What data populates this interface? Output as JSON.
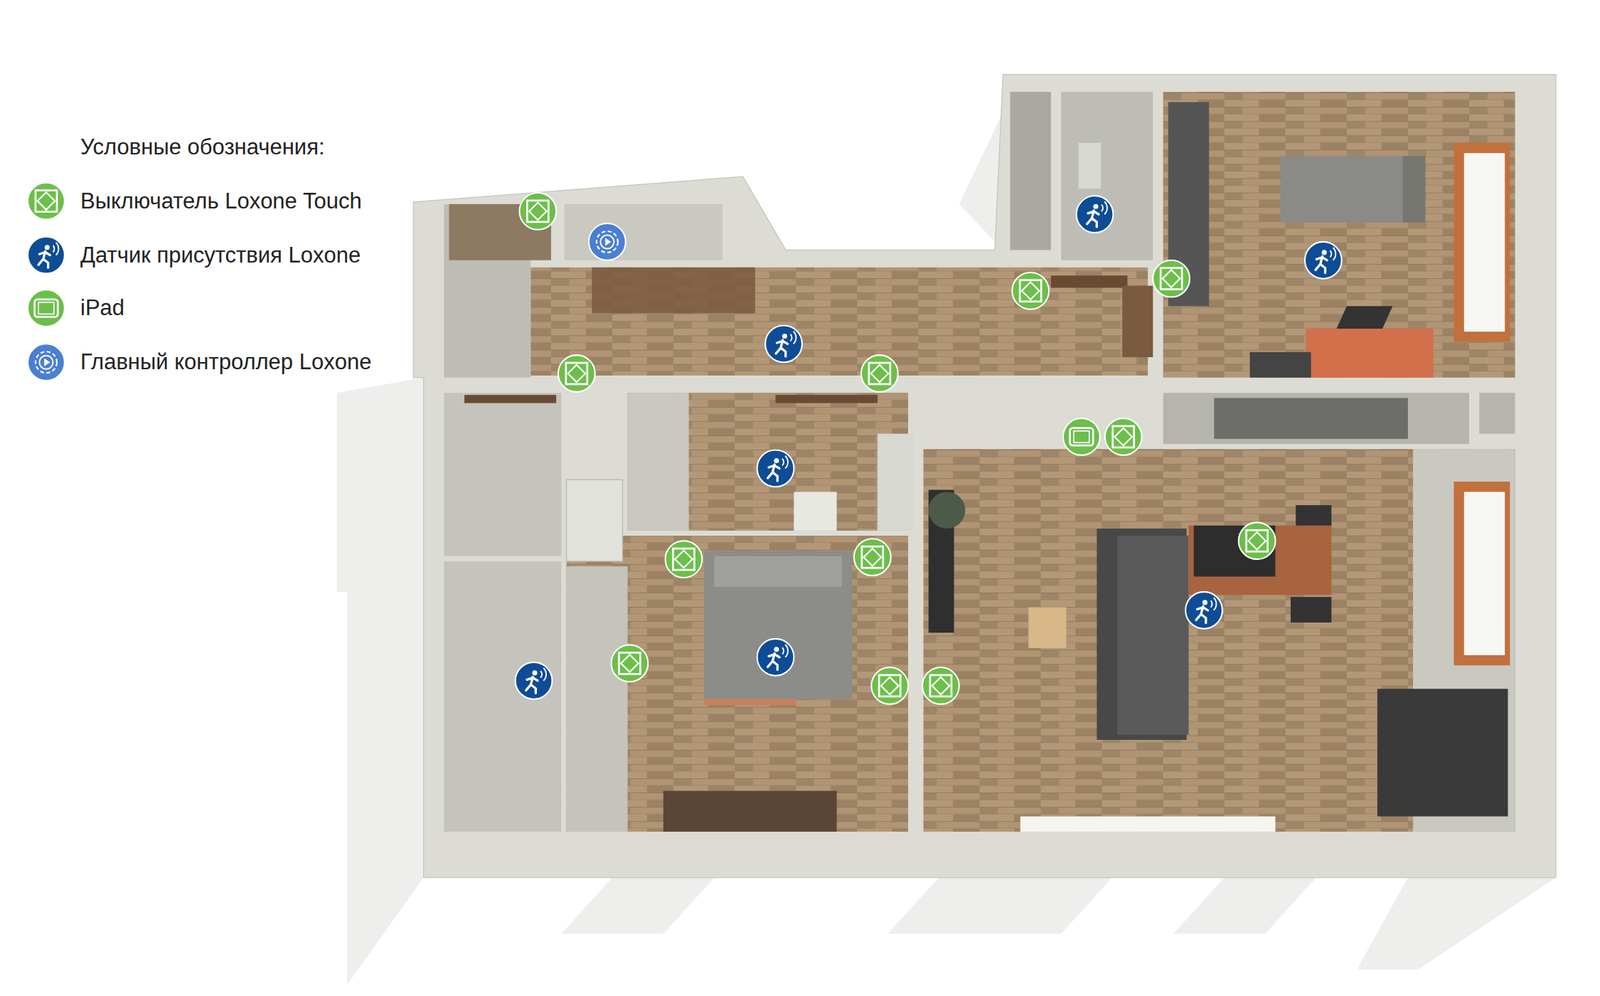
{
  "diagram": {
    "labels": [
      "Условные обозначения:"
    ],
    "legend": [
      {
        "text": "Выключатель Loxone Touch"
      },
      {
        "text": "Датчик присутствия Loxone"
      },
      {
        "text": "iPad"
      },
      {
        "text": "Главный контроллер Loxone"
      }
    ]
  }
}
